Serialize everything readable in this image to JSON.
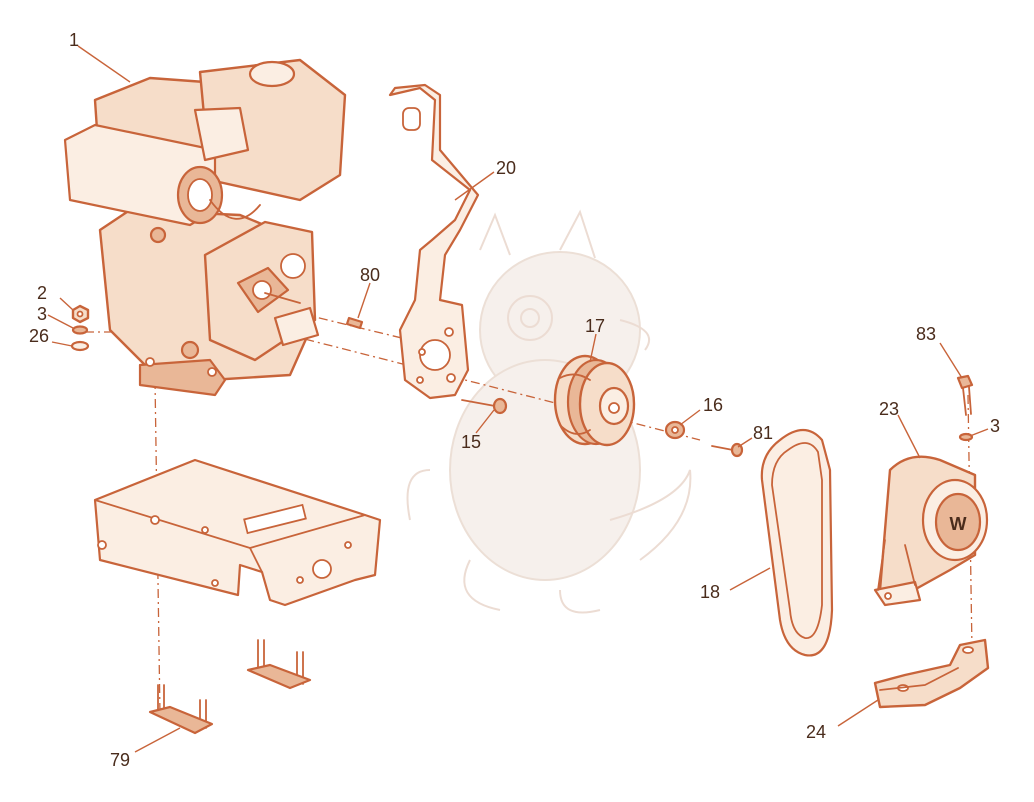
{
  "colors": {
    "line": "#c8643a",
    "fill": "#f6ddc9",
    "label": "#4a2c1c",
    "watermark": "#ead9cf"
  },
  "callouts": {
    "c1": "1",
    "c2": "2",
    "c3a": "3",
    "c26": "26",
    "c80": "80",
    "c20": "20",
    "c17": "17",
    "c16": "16",
    "c15": "15",
    "c81": "81",
    "c83": "83",
    "c23": "23",
    "c3b": "3",
    "c18": "18",
    "c24": "24",
    "c79": "79"
  },
  "logo": {
    "guard_logo_letter": "W"
  }
}
